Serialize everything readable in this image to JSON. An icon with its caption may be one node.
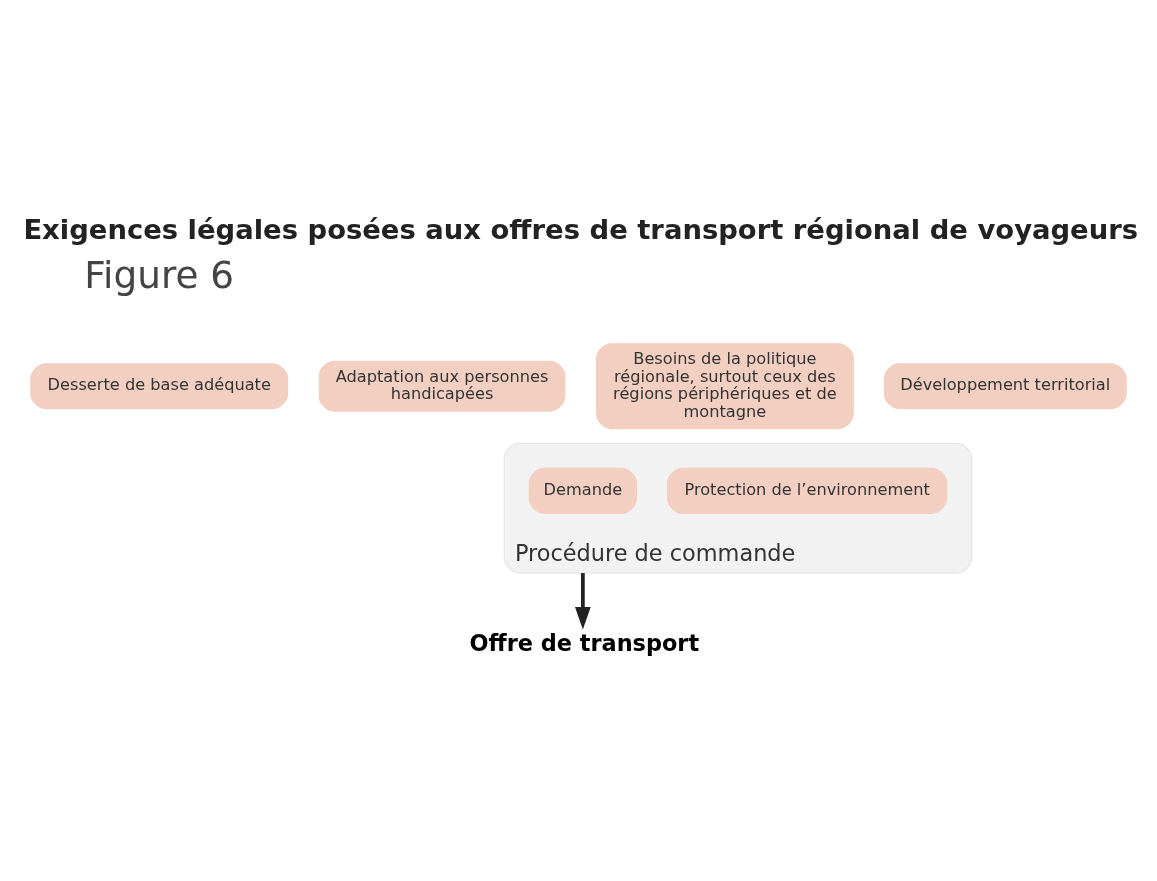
{
  "diagram": {
    "title": "Exigences légales posées aux offres de transport régional de voyageurs",
    "nodes": [
      {
        "text": [
          "Desserte de base adéquate"
        ]
      },
      {
        "text": [
          "Adaptation aux personnes handicapées"
        ]
      },
      {
        "text": [
          "Besoins de la politique régionale, surtout ceux des régions périphériques et de montagne"
        ]
      },
      {
        "text": [
          "Développement territorial"
        ]
      },
      {
        "text": [
          "Procédure de commande"
        ]
      },
      {
        "text": [
          "Demande"
        ],
        "in": 4
      },
      {
        "text": [
          "Protection de l’environnement"
        ],
        "in": 4
      },
      {
        "text": [
          "Offre de transport"
        ]
      }
    ],
    "edges": [
      {
        "from": 4,
        "to": 7,
        "arrow": "to"
      }
    ],
    "labels": [
      "Figure 6"
    ]
  }
}
